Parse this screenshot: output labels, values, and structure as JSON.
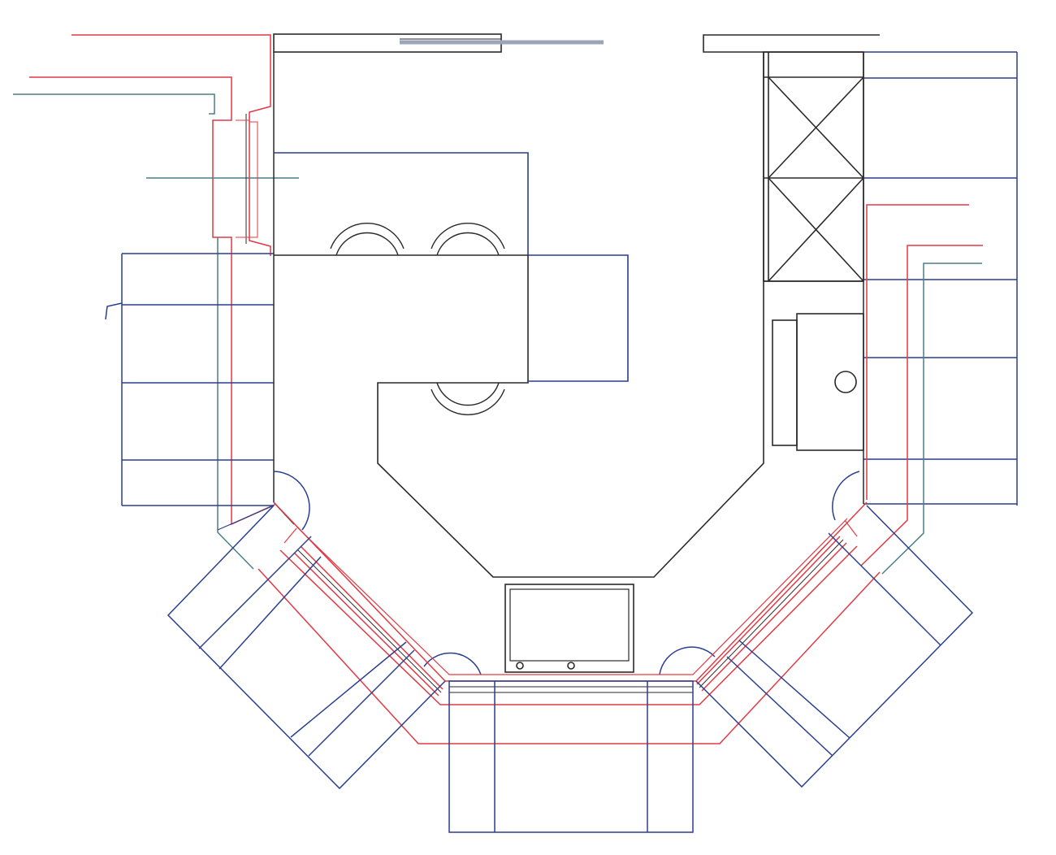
{
  "diagram": {
    "type": "architectural-floor-plan",
    "colors": {
      "structure": "#2a2a2a",
      "wall_outline": "#e03a45",
      "cabinetry": "#2a3f8f",
      "service_line": "#4a7f86",
      "window_bar": "#9aa6b8",
      "background": "#ffffff"
    },
    "elements": [
      "kitchen-island",
      "bar-stool",
      "pantry-cabinet",
      "range-cooktop",
      "television-unit",
      "window",
      "door-swing",
      "base-cabinet-run",
      "angled-bay-cabinets"
    ]
  }
}
